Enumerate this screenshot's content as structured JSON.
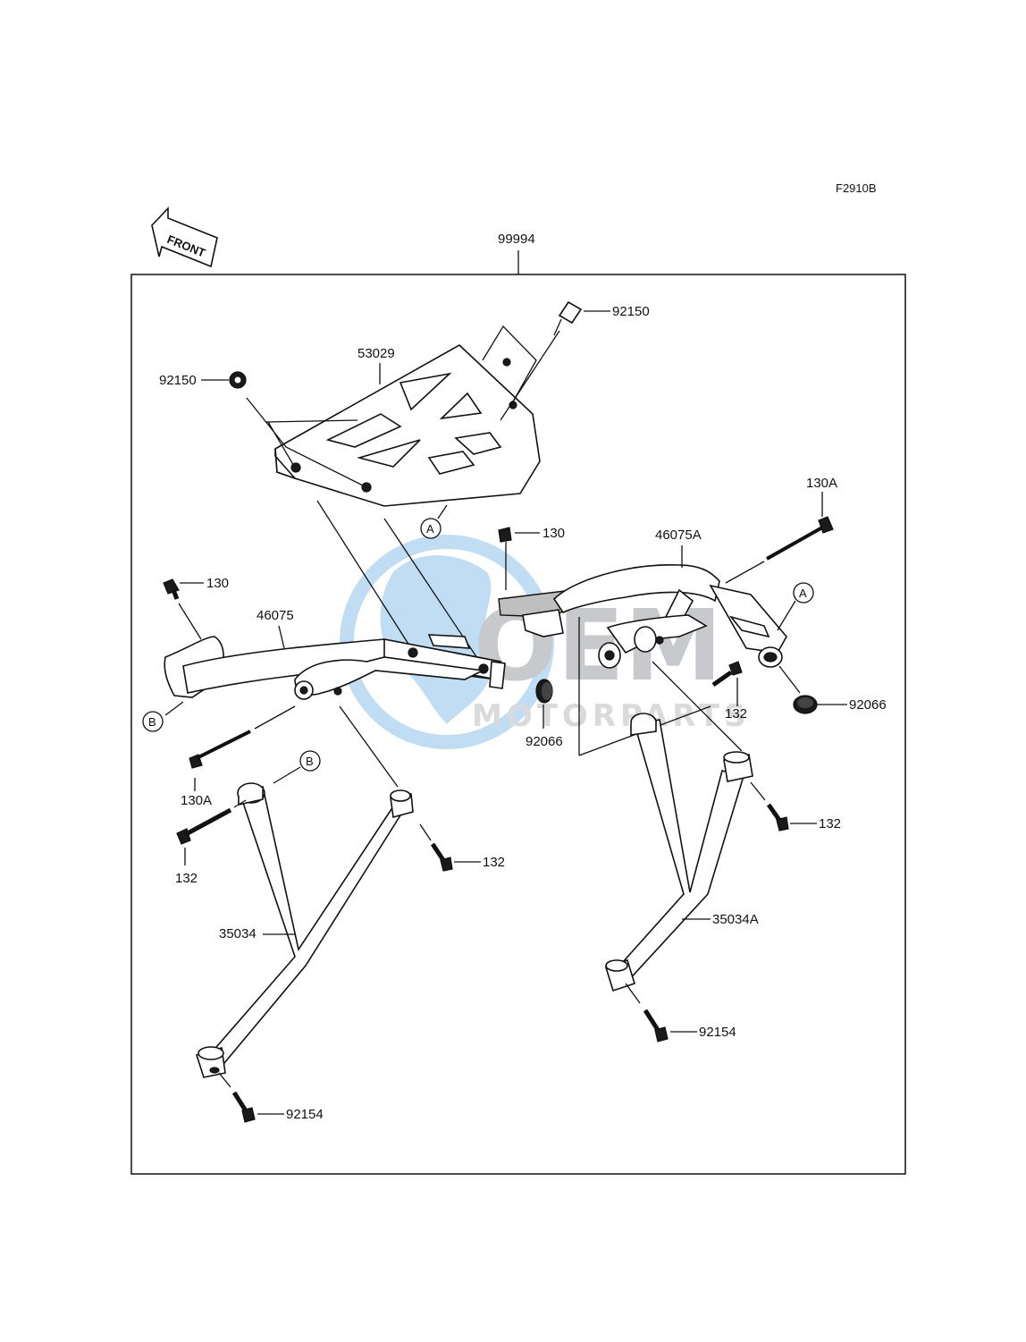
{
  "figure_code": "F2910B",
  "front_marker": "FRONT",
  "assembly_label": "99994",
  "ref_markers": {
    "a": "A",
    "b": "B"
  },
  "parts": {
    "p53029": "53029",
    "p92150_top": "92150",
    "p92150_left": "92150",
    "p130_left": "130",
    "p130_mid": "130",
    "p130a_right": "130A",
    "p130a_left": "130A",
    "p46075": "46075",
    "p46075a": "46075A",
    "p92066_mid": "92066",
    "p92066_right": "92066",
    "p132_mid_right": "132",
    "p132_right": "132",
    "p132_mid_left": "132",
    "p132_left": "132",
    "p35034": "35034",
    "p35034a": "35034A",
    "p92154_right": "92154",
    "p92154_left": "92154"
  },
  "watermark": {
    "brand": "OEM",
    "sub": "MOTORPARTS"
  },
  "colors": {
    "watermark_blue": "#8ec3ea",
    "watermark_grey": "#b9bcbf",
    "line": "#111111"
  }
}
